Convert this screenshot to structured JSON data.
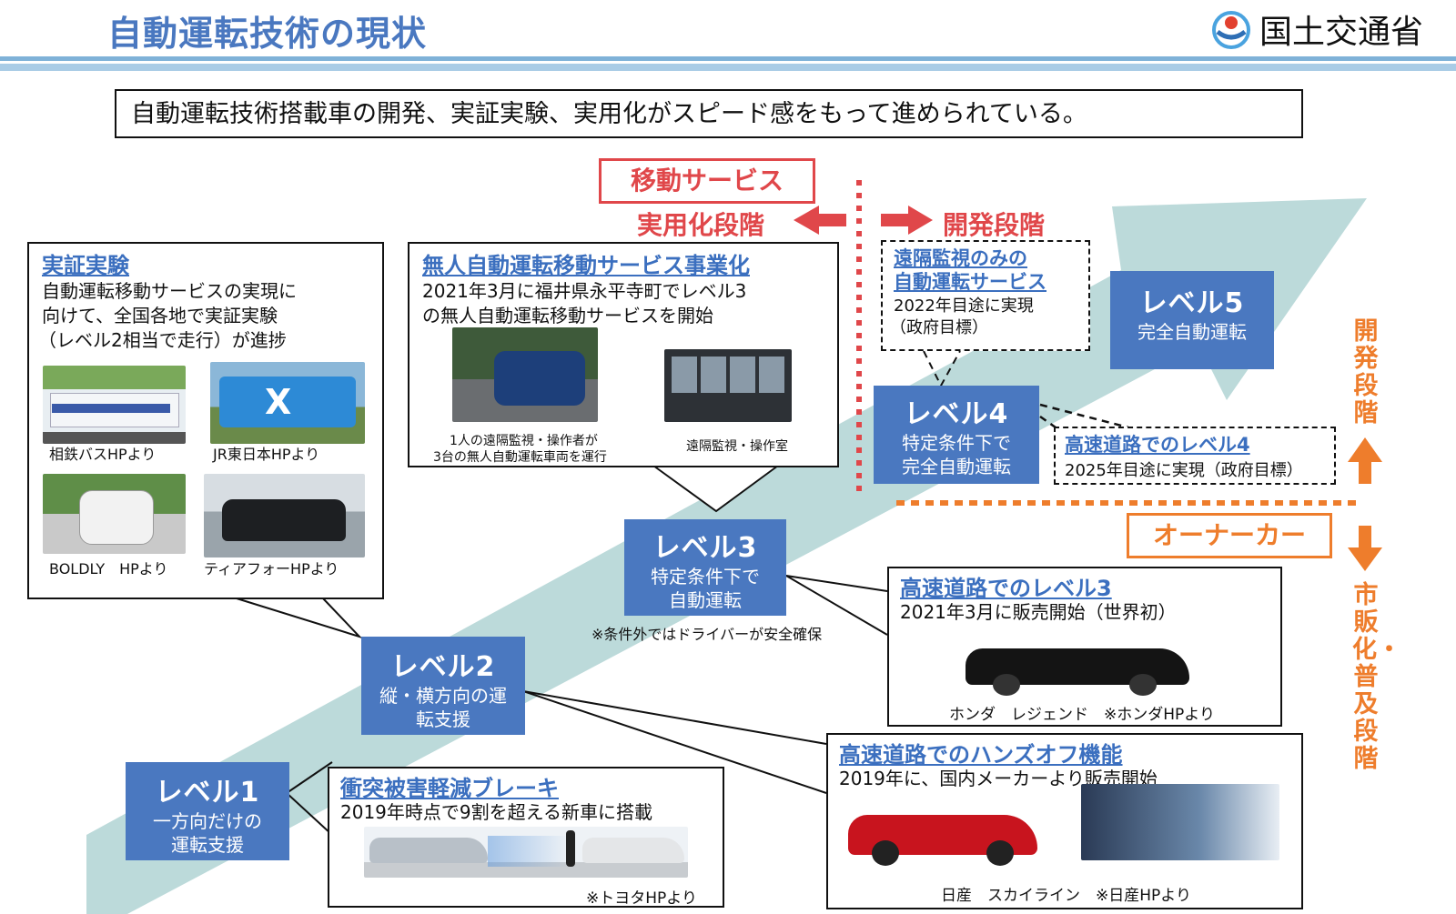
{
  "header": {
    "title": "自動運転技術の現状",
    "ministry": "国土交通省"
  },
  "headline": "自動運転技術搭載車の開発、実証実験、実用化がスピード感をもって進められている。",
  "service_label": "移動サービス",
  "practical_stage": "実用化段階",
  "dev_stage": "開発段階",
  "owner_car": "オーナーカー",
  "vertical_dev": "開発段階",
  "vertical_market": "市販化・普及段階",
  "demo": {
    "heading": "実証実験",
    "lines": [
      "自動運転移動サービスの実現に",
      "向けて、全国各地で実証実験",
      "（レベル2相当で走行）が進捗"
    ],
    "captions": [
      "相鉄バスHPより",
      "JR東日本HPより",
      "BOLDLY　HPより",
      "ティアフォーHPより"
    ]
  },
  "unmanned": {
    "heading": "無人自動運転移動サービス事業化",
    "lines": [
      "2021年3月に福井県永平寺町でレベル3",
      "の無人自動運転移動サービスを開始"
    ],
    "caption_left": [
      "1人の遠隔監視・操作者が",
      "3台の無人自動運転車両を運行"
    ],
    "caption_right": "遠隔監視・操作室"
  },
  "remote": {
    "heading": [
      "遠隔監視のみの",
      "自動運転サービス"
    ],
    "lines": [
      "2022年目途に実現",
      "（政府目標）"
    ]
  },
  "hwy_l4": {
    "heading": "高速道路でのレベル4",
    "line": "2025年目途に実現（政府目標）"
  },
  "hwy_l3": {
    "heading": "高速道路でのレベル3",
    "line": "2021年3月に販売開始（世界初）",
    "caption": "ホンダ　レジェンド　※ホンダHPより"
  },
  "handsoff": {
    "heading": "高速道路でのハンズオフ機能",
    "line": "2019年に、国内メーカーより販売開始",
    "caption": "日産　スカイライン　※日産HPより"
  },
  "brake": {
    "heading": "衝突被害軽減ブレーキ",
    "line": "2019年時点で9割を超える新車に搭載",
    "caption": "※トヨタHPより"
  },
  "levels": [
    {
      "title": "レベル1",
      "desc": [
        "一方向だけの",
        "運転支援"
      ]
    },
    {
      "title": "レベル2",
      "desc": [
        "縦・横方向の運",
        "転支援"
      ]
    },
    {
      "title": "レベル3",
      "desc": [
        "特定条件下で",
        "自動運転"
      ]
    },
    {
      "title": "レベル4",
      "desc": [
        "特定条件下で",
        "完全自動運転"
      ]
    },
    {
      "title": "レベル5",
      "desc": [
        "完全自動運転"
      ]
    }
  ],
  "l3_note": "※条件外ではドライバーが安全確保",
  "colors": {
    "level_blue": "#4a78c0",
    "link_blue": "#3b6fbf",
    "red": "#e0474a",
    "orange": "#ee7d2c",
    "arrow_teal": "#bcdada"
  }
}
